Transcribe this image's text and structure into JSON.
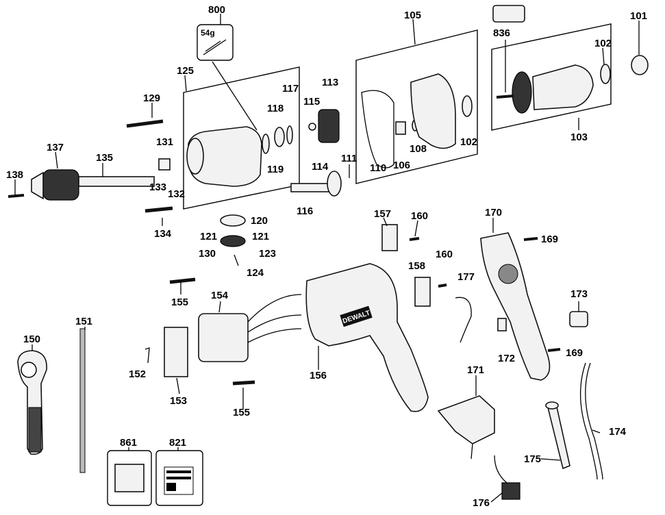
{
  "diagram": {
    "labels": {
      "l800": "800",
      "l54g": "54g",
      "l125": "125",
      "l129": "129",
      "l117": "117",
      "l118": "118",
      "l119": "119",
      "l113": "113",
      "l115": "115",
      "l105": "105",
      "l836": "836",
      "l101": "101",
      "l102a": "102",
      "l102b": "102",
      "l103": "103",
      "l110": "110",
      "l106": "106",
      "l108": "108",
      "l111": "111",
      "l114": "114",
      "l116": "116",
      "l137": "137",
      "l135": "135",
      "l131": "131",
      "l133": "133",
      "l132": "132",
      "l138": "138",
      "l134": "134",
      "l120": "120",
      "l121a": "121",
      "l121b": "121",
      "l123": "123",
      "l130": "130",
      "l124": "124",
      "l157": "157",
      "l160a": "160",
      "l160b": "160",
      "l170": "170",
      "l169a": "169",
      "l169b": "169",
      "l158": "158",
      "l177": "177",
      "l173": "173",
      "l172": "172",
      "l155a": "155",
      "l155b": "155",
      "l154": "154",
      "l151": "151",
      "l150": "150",
      "l152": "152",
      "l153": "153",
      "l156": "156",
      "l171": "171",
      "l174": "174",
      "l175": "175",
      "l176": "176",
      "l861": "861",
      "l821": "821"
    },
    "brand_text": "DEWALT"
  }
}
